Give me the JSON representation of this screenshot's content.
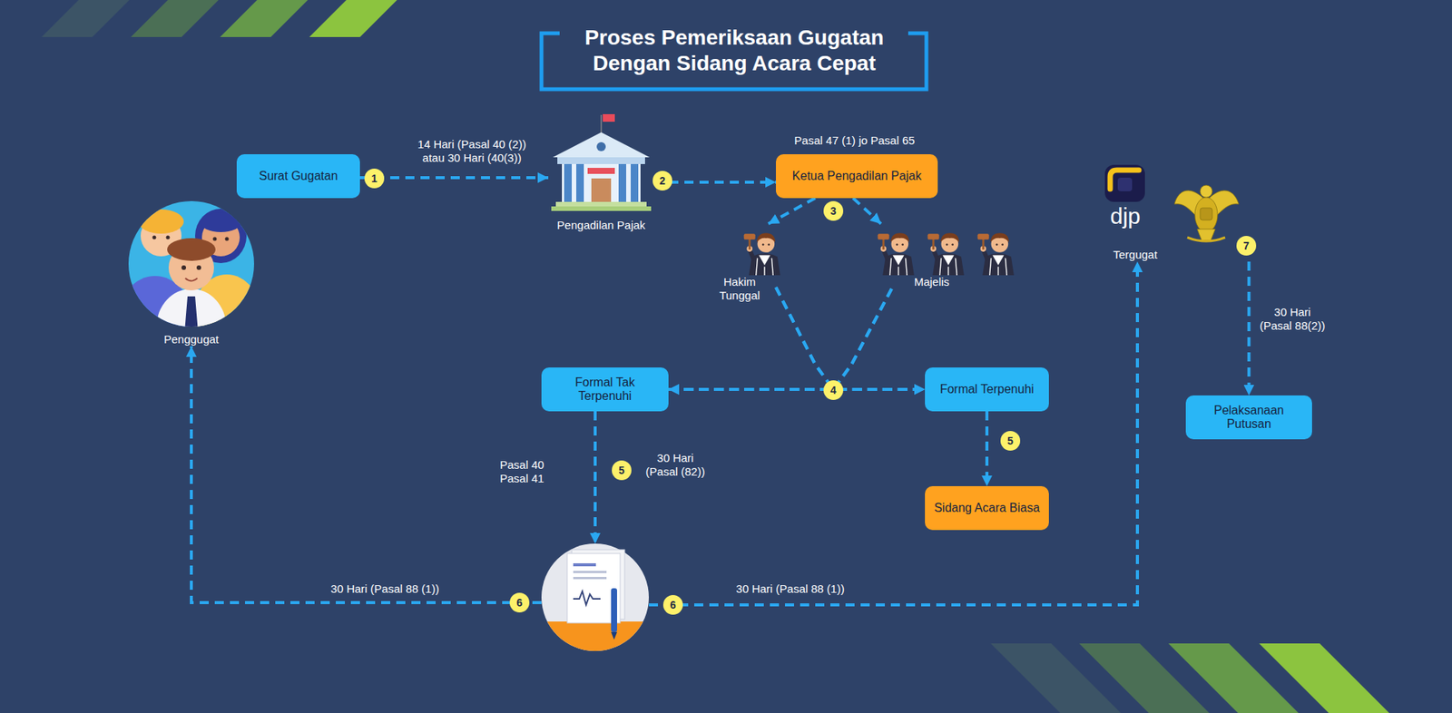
{
  "diagram": {
    "title": "Proses Pemeriksaan Gugatan Dengan Sidang Acara Cepat",
    "nodes": [
      {
        "text": [
          "Surat Gugatan"
        ]
      },
      {
        "text": [
          "Penggugat"
        ]
      },
      {
        "text": [
          "Pengadilan Pajak"
        ]
      },
      {
        "text": [
          "Ketua Pengadilan Pajak"
        ]
      },
      {
        "text": [
          "Hakim Tunggal"
        ]
      },
      {
        "text": [
          "Majelis"
        ]
      },
      {
        "text": [
          "Formal Tak Terpenuhi"
        ]
      },
      {
        "text": [
          "Formal Terpenuhi"
        ]
      },
      {
        "text": [
          "Sidang Acara Biasa"
        ]
      },
      {
        "text": []
      },
      {
        "text": [
          "Tergugat"
        ]
      },
      {
        "text": [
          "Pelaksanaan Putusan"
        ]
      }
    ],
    "edges": [
      {
        "from": 0,
        "to": 2,
        "arrow": "to",
        "label": "14 Hari (Pasal 40 (2)) atau 30 Hari (40(3))"
      },
      {
        "from": 2,
        "to": 3,
        "arrow": "to"
      },
      {
        "from": 3,
        "to": 4,
        "arrow": "to"
      },
      {
        "from": 3,
        "to": 5,
        "arrow": "to"
      },
      {
        "from": 4,
        "to": 6,
        "arrow": "to"
      },
      {
        "from": 4,
        "to": 7,
        "arrow": "to"
      },
      {
        "from": 5,
        "to": 6,
        "arrow": "to"
      },
      {
        "from": 5,
        "to": 7,
        "arrow": "to"
      },
      {
        "from": 6,
        "to": 9,
        "arrow": "to",
        "label": "30 Hari (Pasal (82))"
      },
      {
        "from": 7,
        "to": 8,
        "arrow": "to"
      },
      {
        "from": 9,
        "to": 1,
        "arrow": "to",
        "label": "30 Hari (Pasal 88 (1))"
      },
      {
        "from": 9,
        "to": 10,
        "arrow": "to",
        "label": "30 Hari (Pasal 88 (1))"
      },
      {
        "from": 10,
        "to": 11,
        "arrow": "to",
        "label": "30 Hari (Pasal 88(2))"
      }
    ],
    "labels": [
      "1",
      "2",
      "Pasal 47 (1) jo Pasal 65",
      "3",
      "djp",
      "7",
      "4",
      "Pasal 40 Pasal 41",
      "5",
      "5",
      "6",
      "6"
    ]
  }
}
